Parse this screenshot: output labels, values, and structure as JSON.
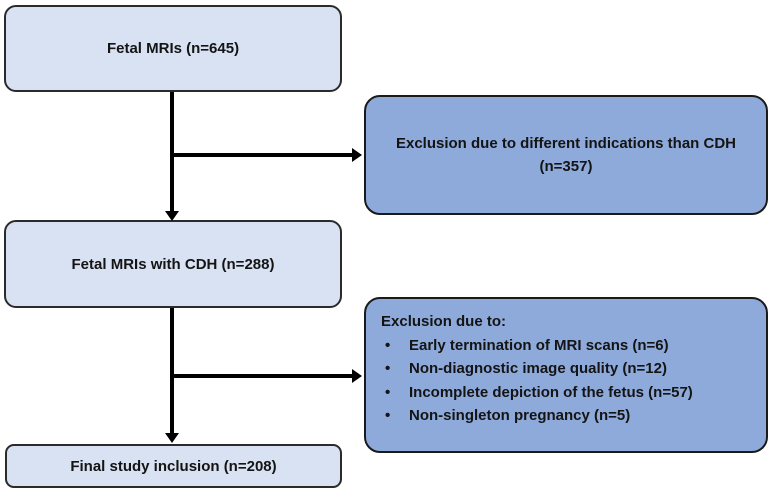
{
  "figure": {
    "type": "study-inclusion-flowchart",
    "colors": {
      "light_box_fill": "#d9e2f3",
      "blue_box_fill": "#8eaadb",
      "box_border": "#2b2b2b",
      "arrow": "#000000",
      "text": "#141414",
      "background": "#ffffff"
    },
    "boxes": {
      "box1": {
        "label": "Fetal MRIs (n=645)"
      },
      "box2": {
        "label": "Fetal MRIs with CDH (n=288)"
      },
      "box3": {
        "label": "Final study inclusion (n=208)"
      },
      "exclusion1": {
        "line1": "Exclusion due to different indications than CDH",
        "line2": "(n=357)"
      },
      "exclusion2": {
        "title": "Exclusion due to:",
        "bullet_glyph": "•",
        "bullets": [
          "Early termination of MRI scans (n=6)",
          "Non-diagnostic image quality (n=12)",
          "Incomplete depiction of the fetus (n=57)",
          "Non-singleton pregnancy (n=5)"
        ]
      }
    }
  }
}
